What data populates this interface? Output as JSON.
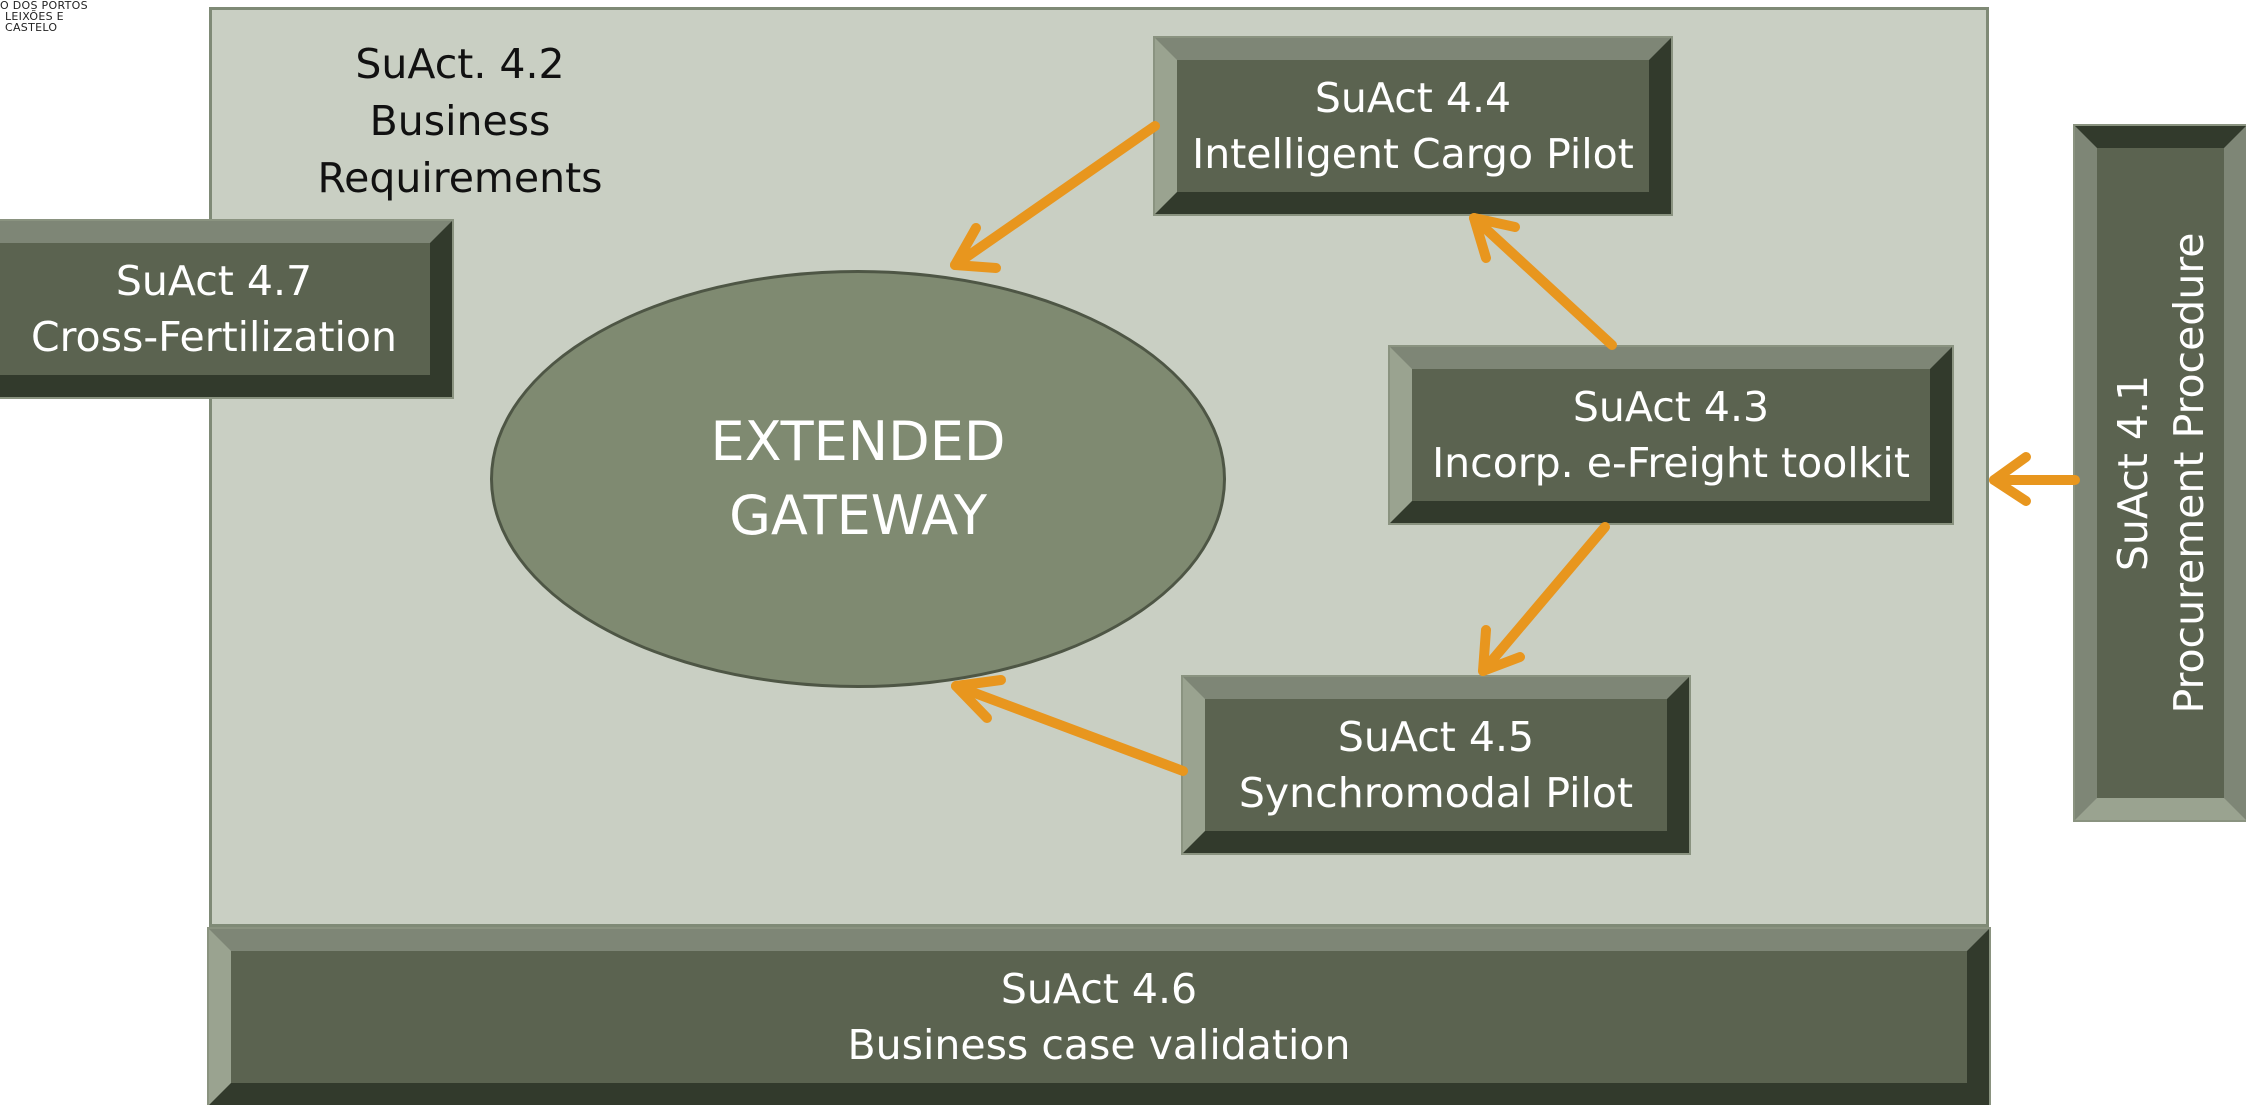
{
  "logo": {
    "lines": [
      "O DOS PORTOS",
      "LEIXÕES E",
      "CASTELO"
    ]
  },
  "business_requirements": {
    "line1": "SuAct. 4.2",
    "line2": "Business Requirements"
  },
  "cargo_pilot": {
    "line1": "SuAct 4.4",
    "line2": "Intelligent Cargo Pilot"
  },
  "cross_fertilization": {
    "line1": "SuAct 4.7",
    "line2": "Cross-Fertilization"
  },
  "gateway": {
    "line1": "EXTENDED",
    "line2": "GATEWAY"
  },
  "efreight": {
    "line1": "SuAct 4.3",
    "line2": "Incorp. e-Freight toolkit"
  },
  "synchromodal": {
    "line1": "SuAct 4.5",
    "line2": "Synchromodal Pilot"
  },
  "business_case": {
    "line1": "SuAct 4.6",
    "line2": "Business case validation"
  },
  "procurement": {
    "line1": "SuAct 4.1",
    "line2": "Procurement Procedure"
  },
  "colors": {
    "panel": "#c9cfc3",
    "box": "#5b6350",
    "ellipse": "#7f8a71",
    "arrow": "#e8961e"
  }
}
